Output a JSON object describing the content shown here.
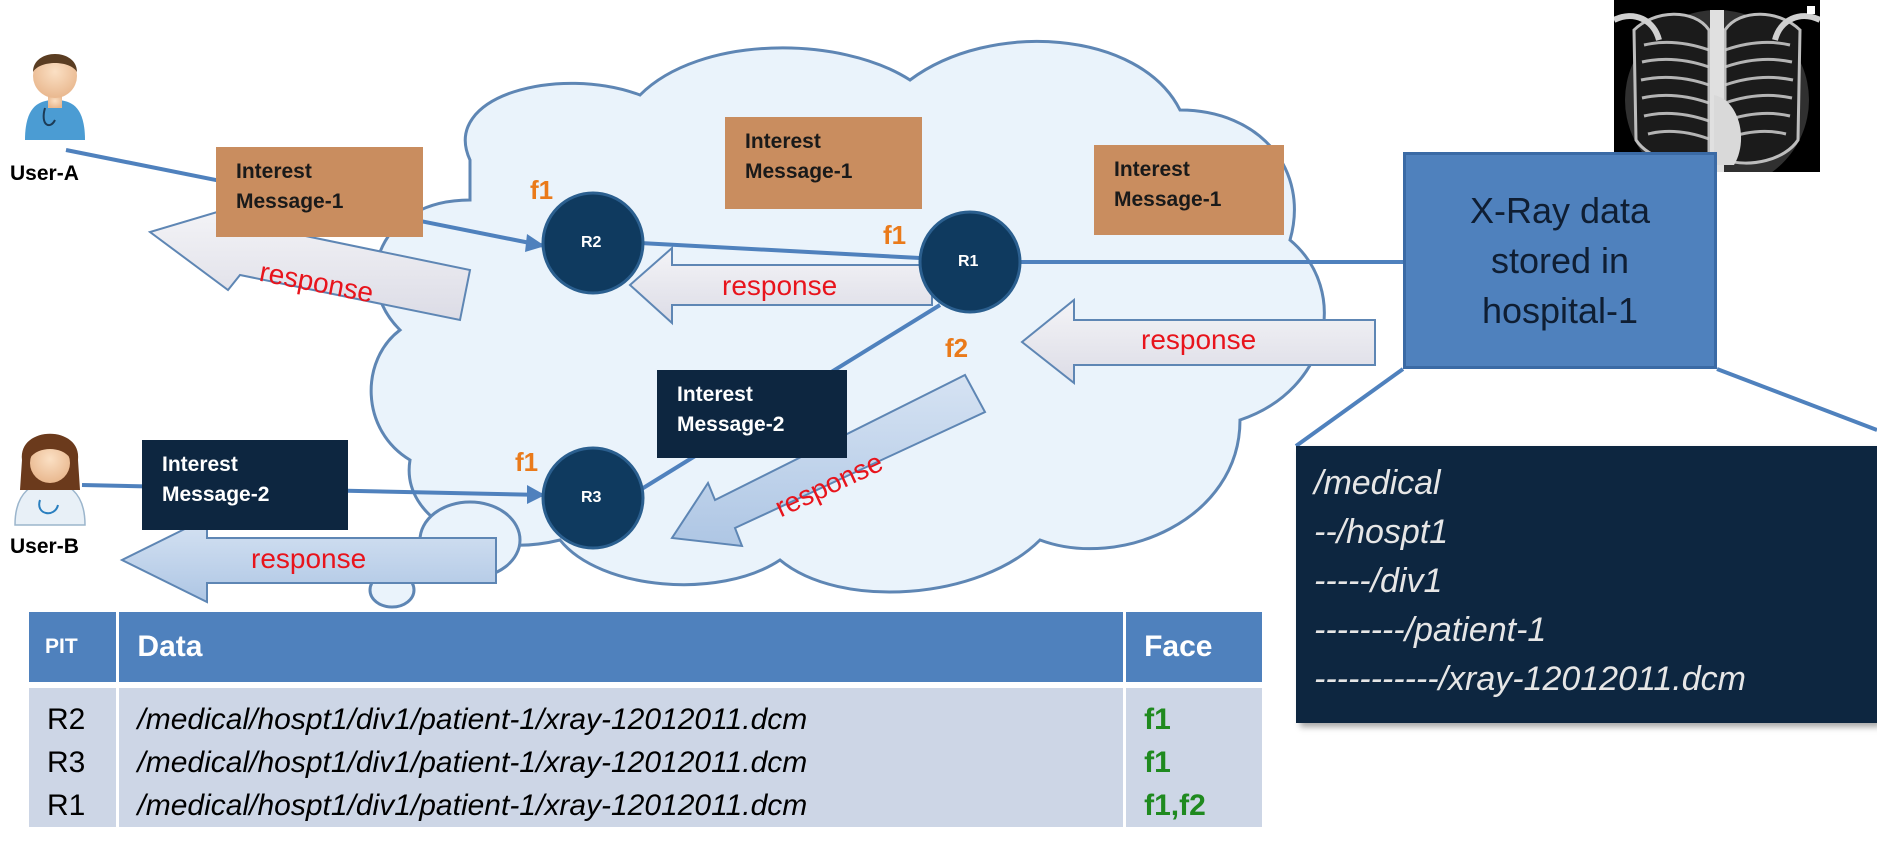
{
  "users": {
    "a": "User-A",
    "b": "User-B"
  },
  "routers": [
    "R2",
    "R1",
    "R3"
  ],
  "faces": {
    "r2_f1": "f1",
    "r1_f1": "f1",
    "r1_f2": "f2",
    "r3_f1": "f1"
  },
  "messages": {
    "m1_left": [
      "Interest",
      "Message-1"
    ],
    "m1_mid": [
      "Interest",
      "Message-1"
    ],
    "m1_right": [
      "Interest",
      "Message-1"
    ],
    "m2_mid": [
      "Interest",
      "Message-2"
    ],
    "m2_left": [
      "Interest",
      "Message-2"
    ]
  },
  "responses": {
    "r_usera": "response",
    "r_r1r2": "response",
    "r_hosp": "response",
    "r_r1r3": "response",
    "r_userb": "response"
  },
  "store": [
    "X-Ray data",
    "stored in",
    "hospital-1"
  ],
  "name_tree": [
    "/medical",
    "--/hospt1",
    "-----/div1",
    "--------/patient-1",
    "-----------/xray-12012011.dcm"
  ],
  "pit_table": {
    "headers": [
      "PIT",
      "Data",
      "Face"
    ],
    "rows": [
      {
        "router": "R2",
        "data": "/medical/hospt1/div1/patient-1/xray-12012011.dcm",
        "face": "f1"
      },
      {
        "router": "R3",
        "data": "/medical/hospt1/div1/patient-1/xray-12012011.dcm",
        "face": "f1"
      },
      {
        "router": "R1",
        "data": "/medical/hospt1/div1/patient-1/xray-12012011.dcm",
        "face": "f1,f2"
      }
    ]
  },
  "colors": {
    "router": "#0f3a5f",
    "link": "#4f81bd",
    "interest_brown": "#c98d5f",
    "interest_navy": "#0d2640",
    "response_text": "#e8141c",
    "face_label": "#ea7a1a",
    "pit_face": "#1f8a1f"
  }
}
